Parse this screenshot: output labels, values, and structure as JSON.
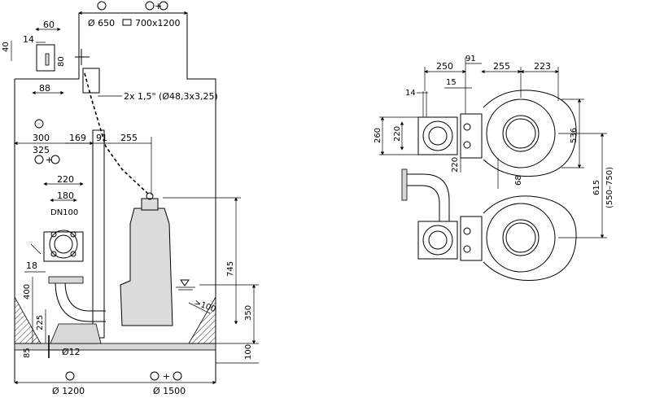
{
  "left_view": {
    "top_diameter": "Ø 650",
    "top_rect": "700x1200",
    "dim_60": "60",
    "dim_14_top": "14",
    "dim_40": "40",
    "dim_80": "80",
    "dim_88": "88",
    "pipe_spec": "2x 1,5\" (Ø48,3x3,25)",
    "dim_300": "300",
    "dim_325": "325",
    "dim_169": "169",
    "dim_91": "91",
    "dim_255": "255",
    "dim_220": "220",
    "dim_180": "180",
    "dn_label": "DN100",
    "dim_18": "18",
    "dim_400": "400",
    "dim_225": "225",
    "dim_85": "85",
    "dim_phi12": "Ø12",
    "dim_745": "745",
    "dim_gt100": ">100",
    "dim_350": "350",
    "dim_100": "100",
    "bottom_d1200": "Ø 1200",
    "bottom_d1500": "Ø 1500"
  },
  "right_view": {
    "dim_250": "250",
    "dim_91": "91",
    "dim_255": "255",
    "dim_223": "223",
    "dim_14": "14",
    "dim_15": "15",
    "dim_260": "260",
    "dim_220": "220",
    "dim_220_vert": "220",
    "dim_68": "68",
    "dim_536": "536",
    "dim_615": "615",
    "dim_range": "(550–750)"
  },
  "symbols": {
    "plus": "+"
  }
}
